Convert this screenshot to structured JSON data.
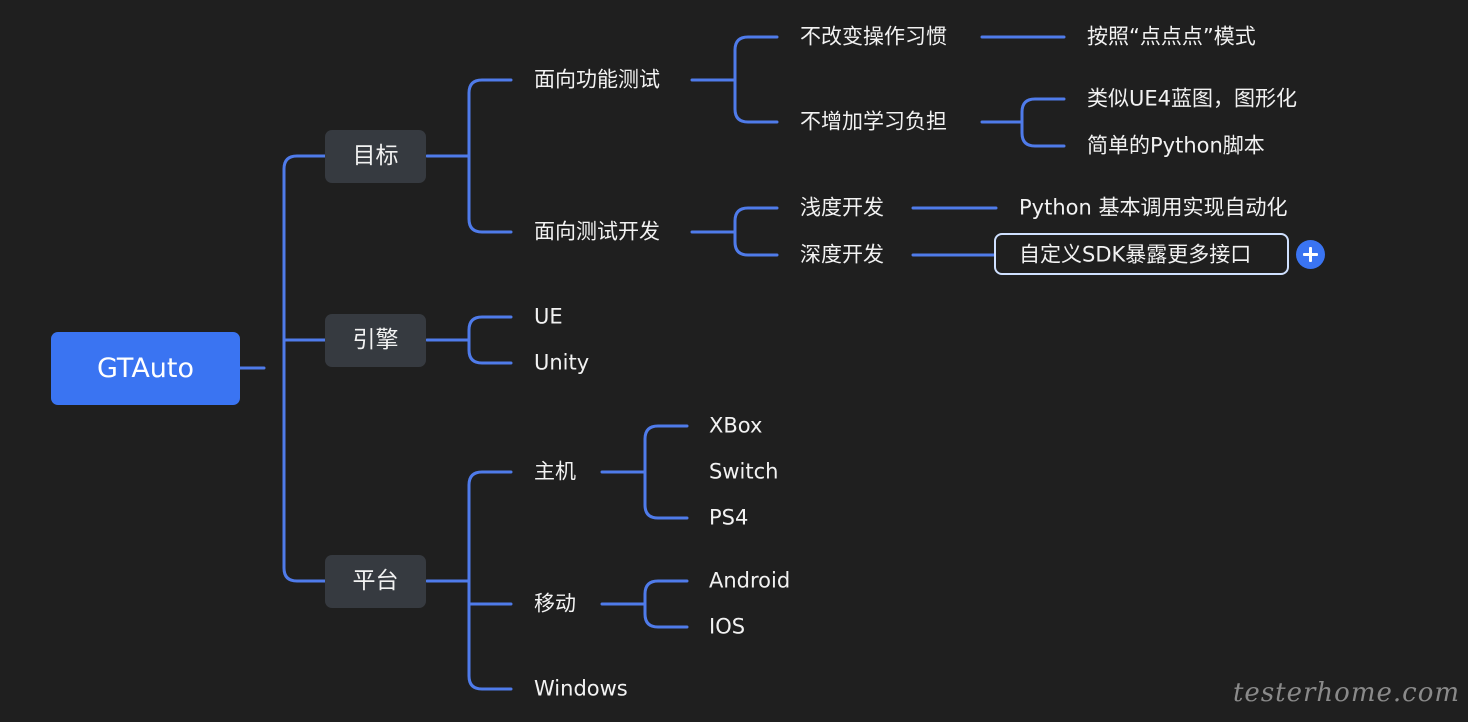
{
  "mindmap": {
    "root": "GTAuto",
    "goal": {
      "label": "目标",
      "functional_test": {
        "label": "面向功能测试",
        "no_habit_change": {
          "label": "不改变操作习惯",
          "detail": "按照“点点点”模式"
        },
        "no_learning_burden": {
          "label": "不增加学习负担",
          "details": [
            "类似UE4蓝图，图形化",
            "简单的Python脚本"
          ]
        }
      },
      "test_dev": {
        "label": "面向测试开发",
        "shallow": {
          "label": "浅度开发",
          "detail": "Python 基本调用实现自动化"
        },
        "deep": {
          "label": "深度开发",
          "detail": "自定义SDK暴露更多接口"
        }
      }
    },
    "engine": {
      "label": "引擎",
      "items": [
        "UE",
        "Unity"
      ]
    },
    "platform": {
      "label": "平台",
      "console": {
        "label": "主机",
        "items": [
          "XBox",
          "Switch",
          "PS4"
        ]
      },
      "mobile": {
        "label": "移动",
        "items": [
          "Android",
          "IOS"
        ]
      },
      "windows": "Windows"
    }
  },
  "watermark": "testerhome.com",
  "colors": {
    "background": "#1f1f1f",
    "connector": "#4f7bea",
    "root": "#3a74f2",
    "branch_box": "#363a40"
  },
  "icons": {
    "add_child": "plus-icon"
  }
}
